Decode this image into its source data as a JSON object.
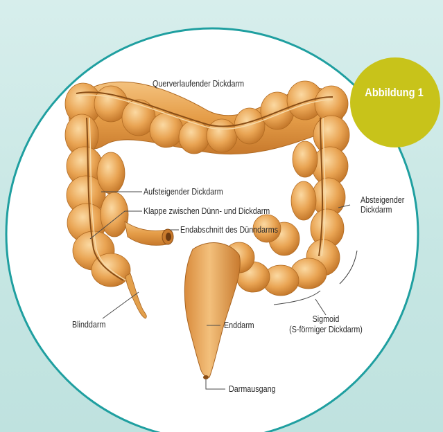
{
  "badge": {
    "text": "Abbildung 1"
  },
  "labels": {
    "transverse": "Querverlaufender Dickdarm",
    "ascending": "Aufsteigender Dickdarm",
    "valve": "Klappe zwischen Dünn- und Dickdarm",
    "ileum_end": "Endabschnitt des Dünndarms",
    "descending_line1": "Absteigender",
    "descending_line2": "Dickdarm",
    "cecum": "Blinddarm",
    "rectum": "Enddarm",
    "sigmoid_line1": "Sigmoid",
    "sigmoid_line2": "(S-förmiger Dickdarm)",
    "anus": "Darmausgang"
  },
  "colors": {
    "background": "#cde9e6",
    "circle_fill": "#ffffff",
    "circle_border": "#1f9fa0",
    "badge": "#c8c31a",
    "intestine": "#e8a24e",
    "intestine_shadow": "#b86f22",
    "intestine_highlight": "#f6cc8a",
    "leader_line": "#4a4a4a"
  }
}
